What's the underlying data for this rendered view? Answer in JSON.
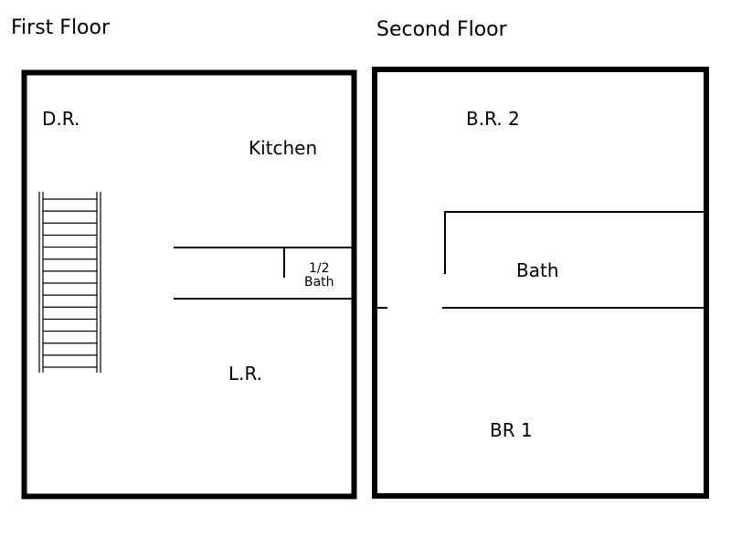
{
  "first_floor": {
    "title": "First Floor",
    "rooms": {
      "dining": "D.R.",
      "kitchen": "Kitchen",
      "half_bath_line1": "1/2",
      "half_bath_line2": "Bath",
      "living": "L.R."
    }
  },
  "second_floor": {
    "title": "Second Floor",
    "rooms": {
      "bedroom2": "B.R. 2",
      "bath": "Bath",
      "bedroom1": "BR 1"
    }
  },
  "colors": {
    "wall": "#000000",
    "background": "#ffffff"
  }
}
